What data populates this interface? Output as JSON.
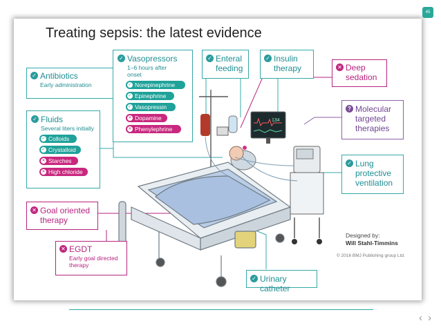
{
  "page_number": "45",
  "title": "Treating sepsis: the latest evidence",
  "nav": {
    "prev": "‹",
    "next": "›"
  },
  "boxes": {
    "antibiotics": {
      "heading": "Antibiotics",
      "sub": "Early administration",
      "status": "recommended"
    },
    "vasopressors": {
      "heading": "Vasopressors",
      "sub": "1–6 hours after onset",
      "status": "recommended",
      "items": [
        {
          "label": "Norepinephrine",
          "status": "recommended"
        },
        {
          "label": "Epinephrine",
          "status": "recommended"
        },
        {
          "label": "Vasopressin",
          "status": "recommended"
        },
        {
          "label": "Dopamine",
          "status": "not-recommended"
        },
        {
          "label": "Phenylephrine",
          "status": "not-recommended"
        }
      ]
    },
    "enteral": {
      "heading_1": "Enteral",
      "heading_2": "feeding",
      "status": "recommended"
    },
    "insulin": {
      "heading_1": "Insulin",
      "heading_2": "therapy",
      "status": "recommended"
    },
    "deep_sedation": {
      "heading_1": "Deep",
      "heading_2": "sedation",
      "status": "not-recommended"
    },
    "fluids": {
      "heading": "Fluids",
      "sub": "Several liters initially",
      "status": "recommended",
      "items": [
        {
          "label": "Colloids",
          "status": "recommended"
        },
        {
          "label": "Crystalloid",
          "status": "recommended"
        },
        {
          "label": "Starches",
          "status": "not-recommended"
        },
        {
          "label": "High chloride",
          "status": "not-recommended"
        }
      ]
    },
    "molecular": {
      "heading_1": "Molecular",
      "heading_2": "targeted",
      "heading_3": "therapies",
      "status": "uncertain"
    },
    "lung": {
      "heading_1": "Lung",
      "heading_2": "protective",
      "heading_3": "ventilation",
      "status": "recommended"
    },
    "goal": {
      "heading_1": "Goal oriented",
      "heading_2": "therapy",
      "status": "not-recommended"
    },
    "egdt": {
      "heading": "EGDT",
      "sub_1": "Early goal directed",
      "sub_2": "therapy",
      "status": "not-recommended"
    },
    "urinary": {
      "heading": "Urinary catheter",
      "status": "recommended"
    }
  },
  "monitor_value": "134",
  "credit": {
    "line1": "Designed by:",
    "line2": "Will Stahl-Timmins"
  },
  "copyright": "© 2016 BMJ Publishing group Ltd.",
  "colors": {
    "teal": "#34a8a8",
    "magenta": "#b5237f",
    "purple": "#8c5fa4"
  }
}
